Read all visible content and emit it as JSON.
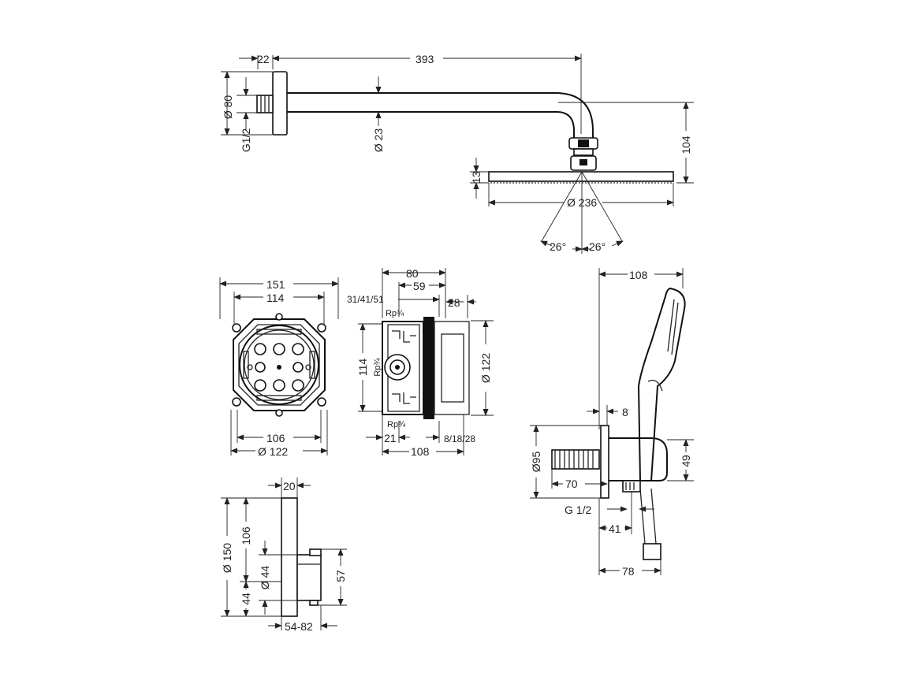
{
  "colors": {
    "ink": "#222222",
    "paper": "#ffffff"
  },
  "arm_view": {
    "dim_flange_depth": "22",
    "dim_arm_length": "393",
    "dim_flange_dia": "Ø 80",
    "dim_thread": "G1/2",
    "dim_arm_dia": "Ø 23",
    "dim_height": "104",
    "dim_head_thickness": "13",
    "dim_head_dia": "Ø 236",
    "dim_angle_left": "26°",
    "dim_angle_right": "26°"
  },
  "box_front": {
    "dim_outer_width": "151",
    "dim_inner_width": "114",
    "dim_bottom_width": "106",
    "dim_bottom_dia": "Ø 122"
  },
  "box_side": {
    "dim_80": "80",
    "dim_59": "59",
    "dim_depths": "31/41/51",
    "dim_28": "28",
    "label_rp_top": "Rp¾",
    "label_rp_mid": "Rp¾",
    "label_rp_bot": "Rp¾",
    "dim_114": "114",
    "dim_dia_122": "Ø 122",
    "dim_21": "21",
    "dim_108": "108",
    "dim_8_18_28": "8/18/28"
  },
  "hand_shower_view": {
    "dim_108": "108",
    "dim_8": "8",
    "dim_dia_95": "Ø95",
    "dim_70": "70",
    "dim_49": "49",
    "dim_thread": "G 1/2",
    "dim_41": "41",
    "dim_78": "78"
  },
  "thermostat_view": {
    "dim_20": "20",
    "dim_dia_150": "Ø 150",
    "dim_106": "106",
    "dim_44a": "44",
    "dim_dia_44": "Ø 44",
    "dim_57": "57",
    "dim_54_82": "54-82"
  }
}
